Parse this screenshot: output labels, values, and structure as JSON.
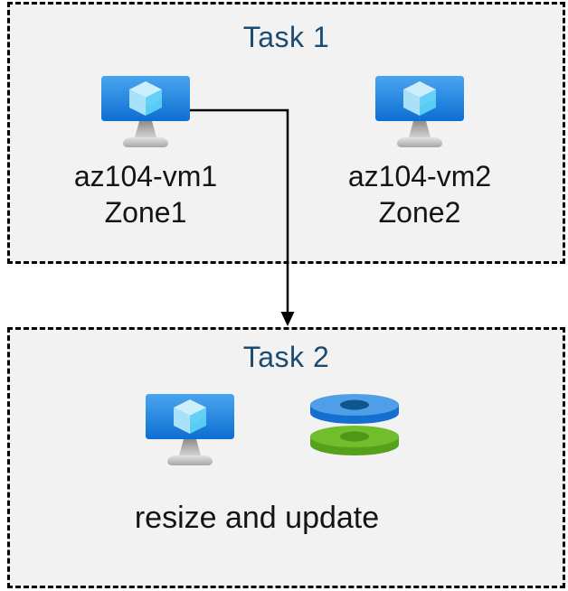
{
  "diagram": {
    "type": "azure-task-flow-diagram",
    "background": "#ffffff"
  },
  "task1": {
    "title": "Task 1",
    "nodes": [
      {
        "icon": "azure-virtual-machine",
        "name": "az104-vm1",
        "zone": "Zone1"
      },
      {
        "icon": "azure-virtual-machine",
        "name": "az104-vm2",
        "zone": "Zone2"
      }
    ]
  },
  "task2": {
    "title": "Task 2",
    "icons": [
      "azure-virtual-machine",
      "azure-managed-disks"
    ],
    "caption": "resize and update"
  },
  "arrow": {
    "from": "az104-vm1",
    "to": "Task 2",
    "shape": "elbow-right-then-down",
    "color": "#000000"
  },
  "colors": {
    "box_fill": "#f2f2f2",
    "box_border": "#000000",
    "title_text": "#1c4b72",
    "label_text": "#141414",
    "vm_screen_top": "#4aa5ef",
    "vm_screen_bottom": "#0d6ed2",
    "cube_top": "#cdeffb",
    "cube_left": "#a9e2f8",
    "cube_right": "#59ccf4",
    "stand_gray": "#b5b5b5",
    "disk_blue_top": "#4e9fe8",
    "disk_blue_rim": "#1470cf",
    "disk_blue_hole": "#0f568f",
    "disk_green_top": "#70be2c",
    "disk_green_rim": "#57a01b",
    "disk_green_hole": "#519717"
  }
}
